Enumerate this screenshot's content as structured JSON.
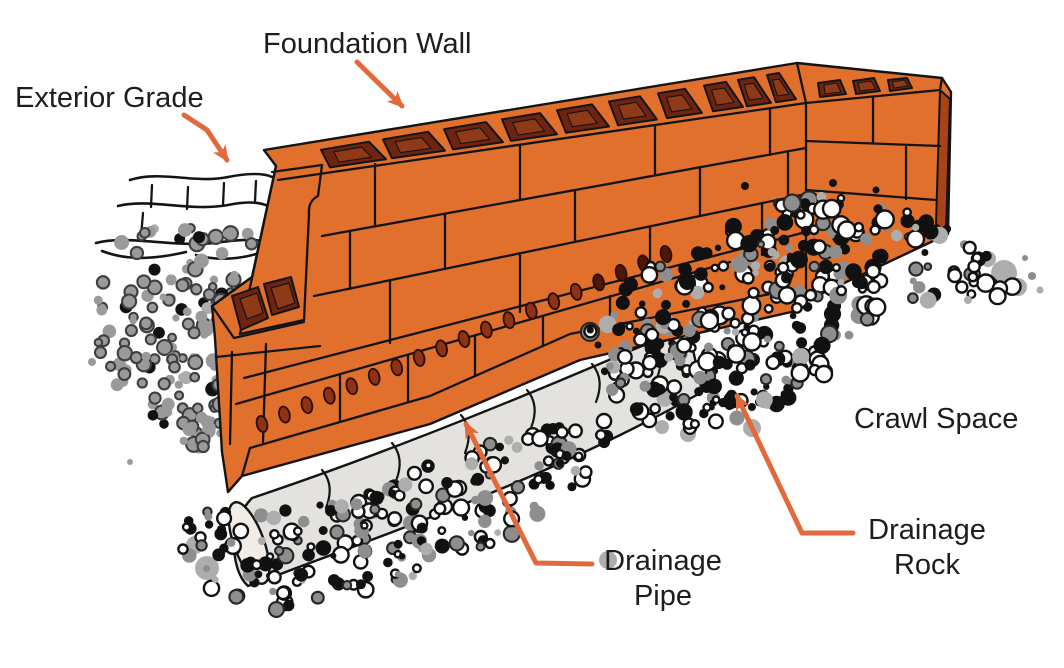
{
  "diagram": {
    "type": "technical-illustration",
    "subject": "Crawl space foundation wall drainage cross-section",
    "labels": {
      "foundation_wall": "Foundation Wall",
      "exterior_grade": "Exterior Grade",
      "crawl_space": "Crawl Space",
      "drainage_pipe": {
        "line1": "Drainage",
        "line2": "Pipe"
      },
      "drainage_rock": {
        "line1": "Drainage",
        "line2": "Rock"
      }
    },
    "colors": {
      "background": "#FFFFFF",
      "wall": "#E2702D",
      "wall_end": "#A84318",
      "core_dark": "#6E2410",
      "core_mid": "#8F3A17",
      "outline": "#141414",
      "pipe": "#E4E2DE",
      "pipe_cap": "#F1ECE6",
      "arrow": "#E2693C",
      "text": "#1D1D1D",
      "rock_black": "#111111",
      "rock_white": "#FFFFFF",
      "rock_gray": "#8E8E8E",
      "rock_soft": "#ADADAD",
      "gravel_gray": "#9A9A9A",
      "gravel_dark": "#3E3E3E",
      "weep_hole": "#8E3213",
      "weep_hole_dark": "#4E170A"
    }
  }
}
